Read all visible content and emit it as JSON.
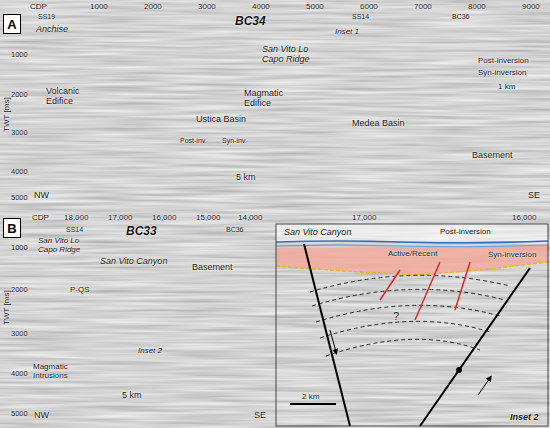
{
  "diagram": {
    "nodes": [
      {
        "text": [
          "A"
        ]
      },
      {
        "text": [
          "B"
        ]
      }
    ],
    "labels": [
      "CDP",
      "1000",
      "2000",
      "3000",
      "4000",
      "5000",
      "6000",
      "7000",
      "8000",
      "9000",
      "SS19",
      "SS14",
      "BC36",
      "BC34",
      "Anchise",
      "Volcanic Edifice",
      "Ustica Basin",
      "Post-inv.",
      "Syn-inv.",
      "San Vito Lo Capo Ridge",
      "Magmatic Edifice",
      "Medea Basin",
      "Basement",
      "5 km",
      "NW",
      "SE",
      "1000",
      "2000",
      "3000",
      "4000",
      "5000",
      "TWT [ms]",
      "Inset 1",
      "Post-inversion",
      "Syn-inversion",
      "1 km",
      "CDP",
      "18,000",
      "17,000",
      "16,000",
      "15,000",
      "14,000",
      "SS14",
      "BC36",
      "BC33",
      "San Vito Lo Capo Ridge",
      "San Vito Canyon",
      "Basement",
      "P-QS",
      "Magmatic Intrusions",
      "Inset 2",
      "5 km",
      "NW",
      "SE",
      "1000",
      "2000",
      "3000",
      "4000",
      "5000",
      "TWT [ms]",
      "17,000",
      "16,000",
      "San Vito Canyon",
      "Post-inversion",
      "Active/Recent",
      "Syn-inversion",
      "?",
      "2 km",
      "Inset 2"
    ]
  }
}
